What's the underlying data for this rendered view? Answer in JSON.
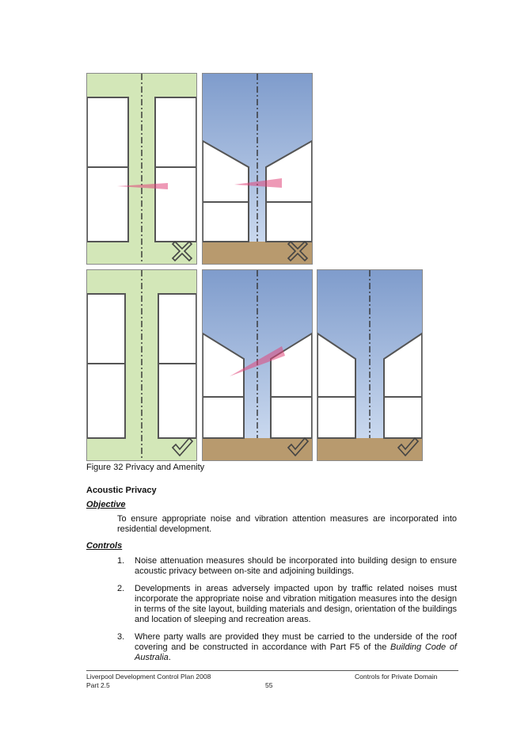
{
  "figure": {
    "caption": "Figure 32 Privacy and Amenity",
    "panels": [
      {
        "id": "top-left",
        "style": "plan",
        "verdict": "cross"
      },
      {
        "id": "top-middle",
        "style": "section",
        "verdict": "cross"
      },
      {
        "id": "bottom-left",
        "style": "plan",
        "verdict": "tick"
      },
      {
        "id": "bottom-middle",
        "style": "section",
        "verdict": "tick"
      },
      {
        "id": "bottom-right",
        "style": "section",
        "verdict": "tick"
      }
    ],
    "colors": {
      "grass": "#d3e7b8",
      "sky": "#9fb8da",
      "ground": "#b89a6e",
      "sightline": "#e0457a"
    }
  },
  "section": {
    "title": "Acoustic Privacy",
    "objective_heading": "Objective",
    "objective_text": "To ensure appropriate noise and vibration attention measures are incorporated into residential development.",
    "controls_heading": "Controls",
    "controls": [
      {
        "num": "1.",
        "text": "Noise attenuation measures should be incorporated into building design to ensure acoustic privacy between on-site and adjoining buildings."
      },
      {
        "num": "2.",
        "text": "Developments in areas adversely impacted upon by traffic related noises must incorporate the appropriate noise and vibration mitigation measures into the design in terms of the site layout, building materials and design, orientation of the buildings and location of sleeping and recreation areas."
      },
      {
        "num": "3.",
        "text_before": "Where party walls are provided they must be carried to the underside of the roof covering and be constructed in accordance with Part F5 of the ",
        "text_italic": "Building Code of Australia",
        "text_after": "."
      }
    ]
  },
  "footer": {
    "left_line1": "Liverpool Development Control Plan 2008",
    "left_line2": "Part 2.5",
    "page_number": "55",
    "right": "Controls for Private Domain"
  }
}
